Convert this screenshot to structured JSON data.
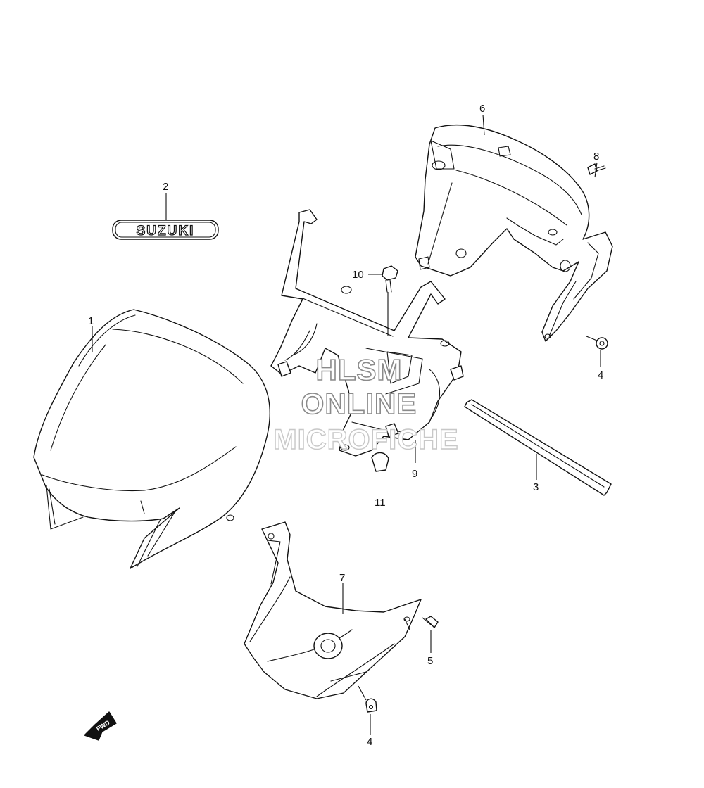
{
  "callouts": {
    "p1": "1",
    "p2": "2",
    "p3": "3",
    "p4a": "4",
    "p4b": "4",
    "p5": "5",
    "p6": "6",
    "p7": "7",
    "p8": "8",
    "p9": "9",
    "p10": "10",
    "p11": "11"
  },
  "emblem_text": "SUZUKI",
  "fwd_text": "FWD",
  "watermark": {
    "line1": "HLSM",
    "line2": "ONLINE",
    "line3": "MICROFICHE"
  }
}
